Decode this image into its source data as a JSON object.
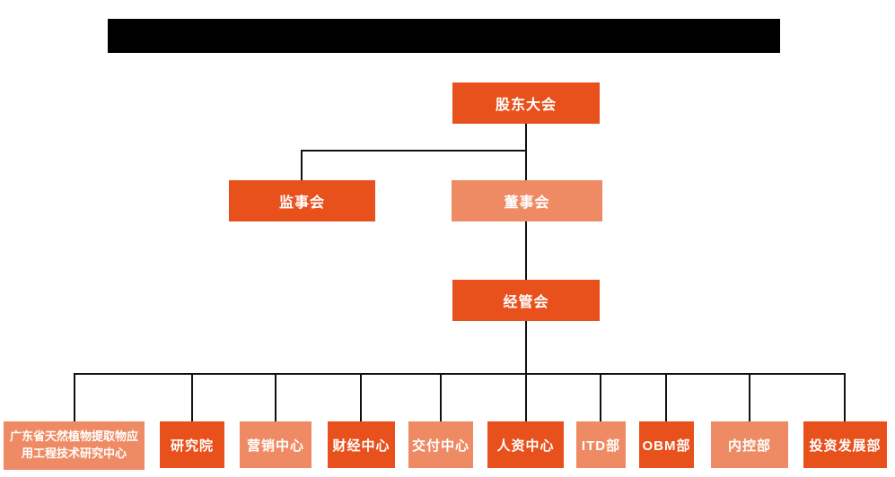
{
  "org_chart": {
    "top": {
      "label": "股东大会"
    },
    "level2": {
      "supervisory_board": {
        "label": "监事会"
      },
      "board_of_directors": {
        "label": "董事会"
      }
    },
    "level3": {
      "management_committee": {
        "label": "经管会"
      }
    },
    "departments": [
      {
        "label": "广东省天然植物提取物应用工程技术研究中心"
      },
      {
        "label": "研究院"
      },
      {
        "label": "营销中心"
      },
      {
        "label": "财经中心"
      },
      {
        "label": "交付中心"
      },
      {
        "label": "人资中心"
      },
      {
        "label": "ITD部"
      },
      {
        "label": "OBM部"
      },
      {
        "label": "内控部"
      },
      {
        "label": "投资发展部"
      }
    ]
  },
  "colors": {
    "primary_orange": "#E8511C",
    "secondary_salmon": "#EE8B64",
    "connector_line": "#111111",
    "redacted_title_bar": "#000000",
    "node_text": "#FFFFFF",
    "background": "#FFFFFF"
  }
}
